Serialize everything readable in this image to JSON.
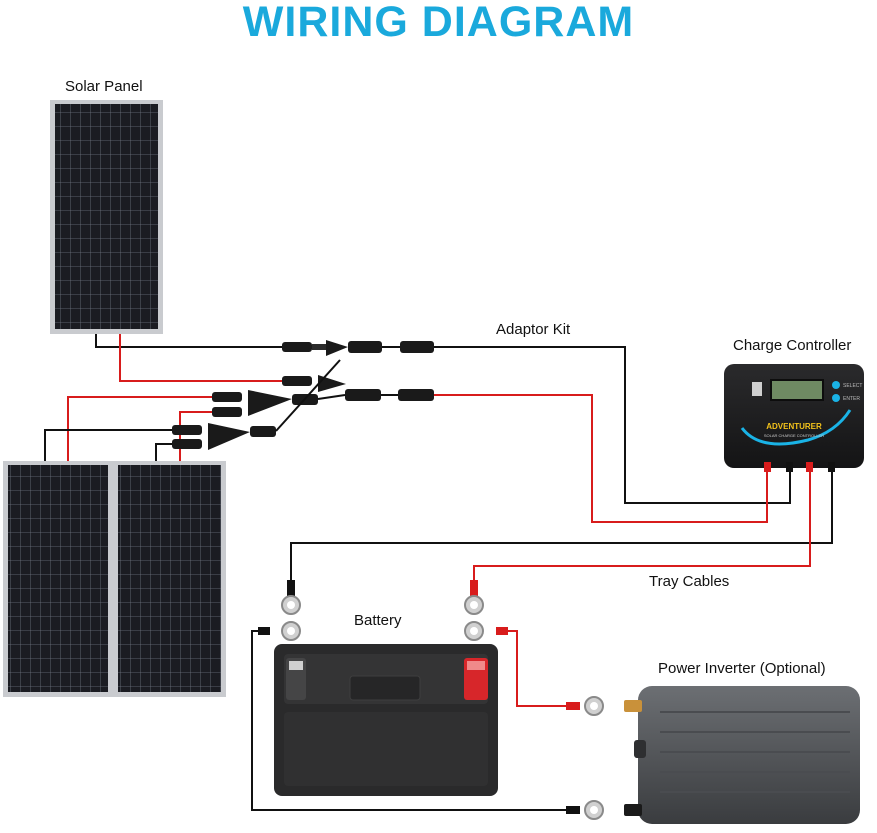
{
  "title": "WIRING DIAGRAM",
  "labels": {
    "solar_panel": "Solar Panel",
    "adaptor_kit": "Adaptor Kit",
    "charge_controller": "Charge Controller",
    "tray_cables": "Tray Cables",
    "battery": "Battery",
    "power_inverter": "Power Inverter (Optional)"
  },
  "controller": {
    "brand": "ADVENTURER",
    "subtitle": "SOLAR CHARGE CONTROLLER",
    "btn_select": "SELECT",
    "btn_enter": "ENTER"
  },
  "colors": {
    "title": "#1aa9dc",
    "wire_red": "#d81c1c",
    "wire_black": "#111111",
    "accent": "#1ab3e6"
  }
}
